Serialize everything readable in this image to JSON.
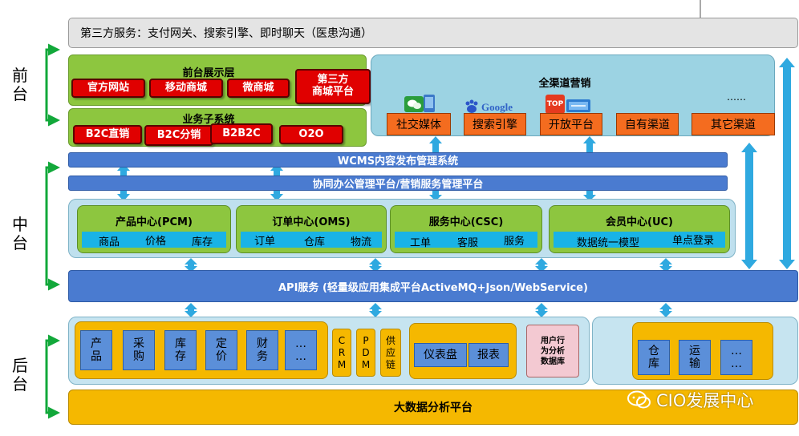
{
  "third_party_bar": "第三方服务：支付网关、搜索引擎、即时聊天（医患沟通）",
  "labels": {
    "front": "前\n台",
    "middle": "中\n台",
    "back": "后\n台"
  },
  "front_display": {
    "title": "前台展示层",
    "items": [
      "官方网站",
      "移动商城",
      "微商城"
    ],
    "third_party_mall": "第三方\n商城平台"
  },
  "business_subsystem": {
    "title": "业务子系统",
    "items": [
      "B2C直销",
      "B2C分销",
      "B2B2C",
      "O2O"
    ]
  },
  "omni_channel": {
    "title": "全渠道营销",
    "ellipsis": "……",
    "channels": [
      "社交媒体",
      "搜索引擎",
      "开放平台",
      "自有渠道",
      "其它渠道"
    ],
    "google_logo": "Google",
    "top_logo": "TOP"
  },
  "wcms_bar": "WCMS内容发布管理系统",
  "office_bar": "协同办公管理平台/营销服务管理平台",
  "centers": [
    {
      "title": "产品中心(PCM)",
      "items": [
        "商品",
        "价格",
        "库存"
      ]
    },
    {
      "title": "订单中心(OMS)",
      "items": [
        "订单",
        "仓库",
        "物流"
      ]
    },
    {
      "title": "服务中心(CSC)",
      "items": [
        "工单",
        "客服",
        "服务"
      ]
    },
    {
      "title": "会员中心(UC)",
      "items": [
        "数据统一模型",
        "单点登录"
      ]
    }
  ],
  "api_bar": "API服务 (轻量级应用集成平台ActiveMQ+Json/WebService)",
  "back_docs": [
    "产\n品",
    "采\n购",
    "库\n存",
    "定\n价",
    "财\n务",
    "…\n…"
  ],
  "back_vertical": [
    "C\nR\nM",
    "P\nD\nM",
    "供\n应\n链"
  ],
  "dashboard": [
    "仪表盘",
    "报表"
  ],
  "user_analysis": "用户行\n为分析\n数据库",
  "logistics_docs": [
    "仓\n库",
    "运\n输",
    "…\n…"
  ],
  "bigdata": "大数据分析平台",
  "watermark": "CIO发展中心",
  "colors": {
    "green": "#8dc63f",
    "red": "#e00000",
    "orange": "#f46c1f",
    "blue": "#4a7bd0",
    "yellow": "#f5b800",
    "cyan": "#19b3e6",
    "arrow": "#2fa9e0"
  }
}
